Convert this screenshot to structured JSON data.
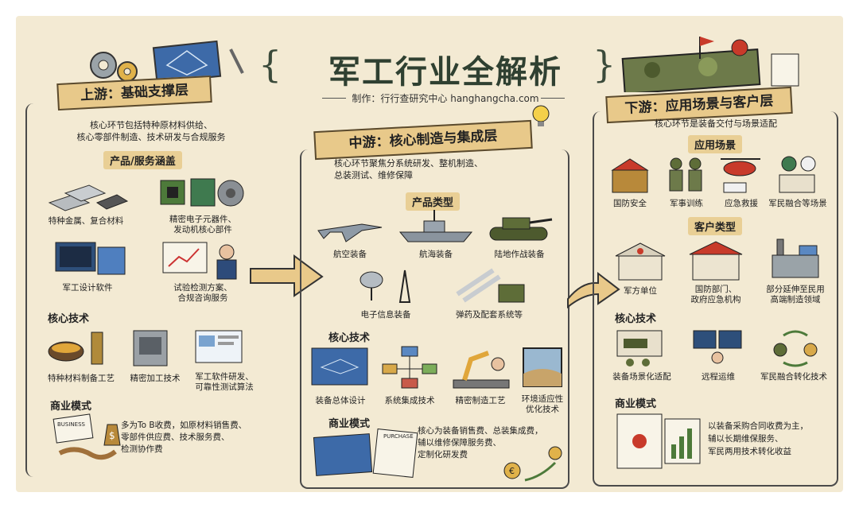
{
  "title": "军工行业全解析",
  "subtitle": "制作：行行查研究中心 hanghangcha.com",
  "upstream": {
    "banner": "上游：基础支撑层",
    "desc": "核心环节包括特种原材料供给、\n核心零部件制造、技术研发与合规服务",
    "products_tag": "产品/服务涵盖",
    "products": [
      "特种金属、复合材料",
      "精密电子元器件、\n发动机核心部件",
      "军工设计软件",
      "试验检测方案、\n合规咨询服务"
    ],
    "tech_tag": "核心技术",
    "tech": [
      "特种材料制备工艺",
      "精密加工技术",
      "军工软件研发、\n可靠性测试算法"
    ],
    "biz_tag": "商业模式",
    "biz": "多为To B收费，如原材料销售费、\n零部件供应费、技术服务费、\n检测协作费",
    "business_sign": "BUSINESS"
  },
  "midstream": {
    "banner": "中游：核心制造与集成层",
    "desc": "核心环节聚焦分系统研发、整机制造、\n总装测试、维修保障",
    "products_tag": "产品类型",
    "products": [
      "航空装备",
      "航海装备",
      "陆地作战装备",
      "电子信息装备",
      "弹药及配套系统等"
    ],
    "tech_tag": "核心技术",
    "tech": [
      "装备总体设计",
      "系统集成技术",
      "精密制造工艺",
      "环境适应性\n优化技术"
    ],
    "biz_tag": "商业模式",
    "biz": "核心为装备销售费、总装集成费，\n辅以维修保障服务费、\n定制化研发费",
    "purchase_sign": "PURCHASE"
  },
  "downstream": {
    "banner": "下游：应用场景与客户层",
    "desc": "核心环节是装备交付与场景适配",
    "scenes_tag": "应用场景",
    "scenes": [
      "国防安全",
      "军事训练",
      "应急救援",
      "军民融合等场景"
    ],
    "clients_tag": "客户类型",
    "clients": [
      "军方单位",
      "国防部门、\n政府应急机构",
      "部分延伸至民用\n高端制造领域"
    ],
    "tech_tag": "核心技术",
    "tech": [
      "装备场景化适配",
      "远程运维",
      "军民融合转化技术"
    ],
    "biz_tag": "商业模式",
    "biz": "以装备采购合同收费为主，\n辅以长期维保服务、\n军民两用技术转化收益"
  },
  "colors": {
    "background": "#f3ead3",
    "banner": "#e8c98a",
    "title": "#2f4031",
    "tag": "#e9cf95"
  }
}
